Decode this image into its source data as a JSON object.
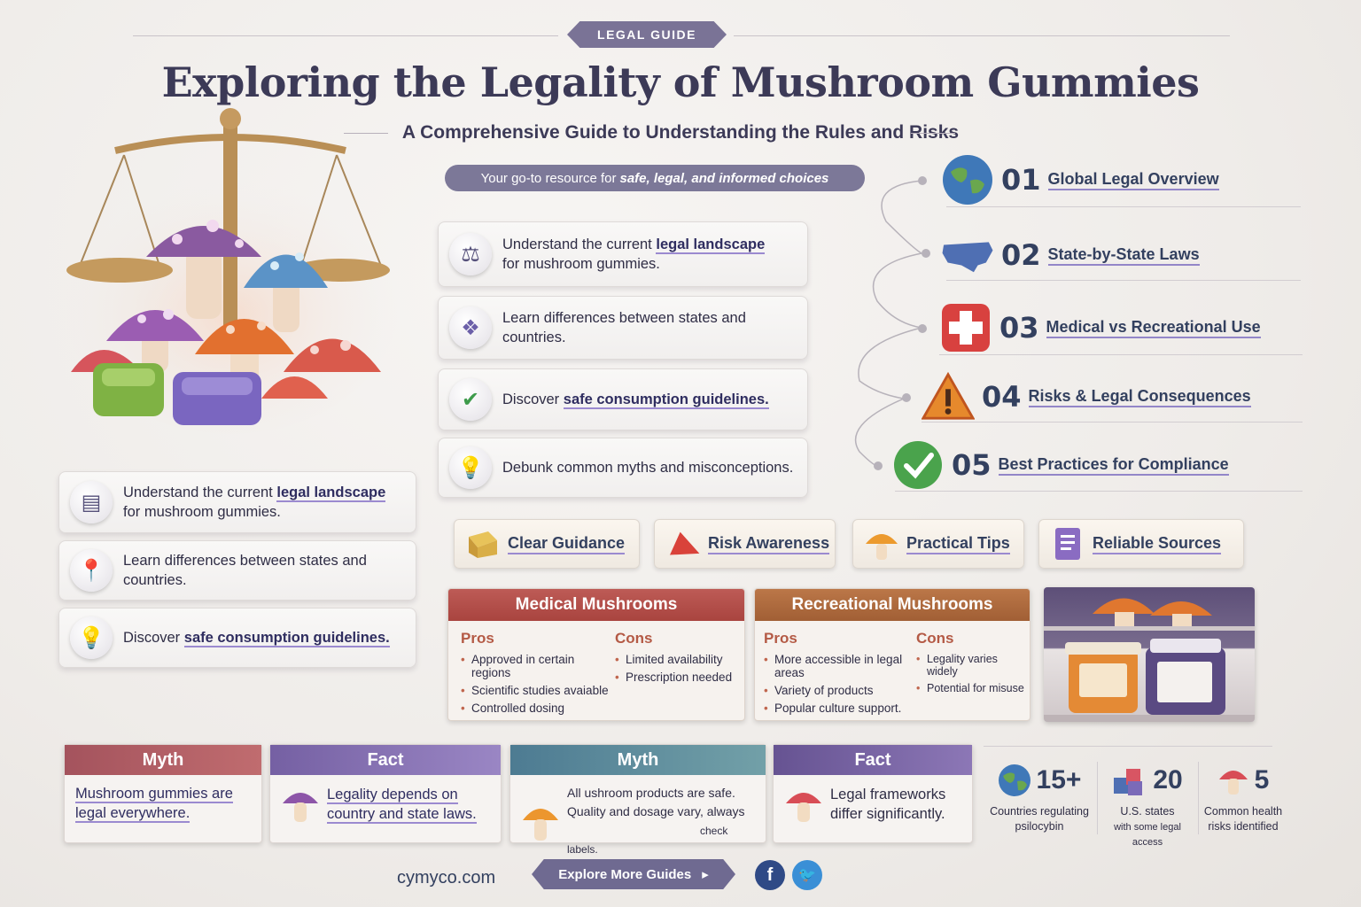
{
  "header": {
    "badge": "LEGAL GUIDE",
    "title": "Exploring the Legality of Mushroom Gummies",
    "subtitle": "A Comprehensive Guide to Understanding the Rules and Risks",
    "resource_prefix": "Your go-to resource for",
    "resource_emphasis": "safe, legal, and informed choices"
  },
  "center_cards": [
    {
      "pre": "Understand the current ",
      "hl": "legal landscape",
      "post": "for mushroom gummies."
    },
    {
      "pre": "Learn differences between states and countries.",
      "hl": "",
      "post": ""
    },
    {
      "pre": "Discover ",
      "hl": "safe consumption guidelines.",
      "post": ""
    },
    {
      "pre": "Debunk common myths and misconceptions.",
      "hl": "",
      "post": ""
    }
  ],
  "left_cards": [
    {
      "pre": "Understand the current ",
      "hl": "legal landscape",
      "post": "for mushroom gummies."
    },
    {
      "pre": "Learn differences between states and countries.",
      "hl": "",
      "post": ""
    },
    {
      "pre": "Discover ",
      "hl": "safe consumption guidelines.",
      "post": ""
    }
  ],
  "topics": [
    {
      "num": "01",
      "label": "Global Legal Overview"
    },
    {
      "num": "02",
      "label": "State-by-State Laws"
    },
    {
      "num": "03",
      "label": "Medical vs Recreational Use"
    },
    {
      "num": "04",
      "label": "Risks & Legal Consequences"
    },
    {
      "num": "05",
      "label": "Best Practices for Compliance"
    }
  ],
  "tags": [
    "Clear Guidance",
    "Risk Awareness",
    "Practical Tips",
    "Reliable Sources"
  ],
  "medical": {
    "title": "Medical Mushrooms",
    "pros_label": "Pros",
    "cons_label": "Cons",
    "pros": [
      "Approved in certain regions",
      "Scientific studies avaiable",
      "Controlled dosing"
    ],
    "cons": [
      "Limited availability",
      "Prescription needed"
    ]
  },
  "recreational": {
    "title": "Recreational Mushrooms",
    "pros_label": "Pros",
    "cons_label": "Cons",
    "pros": [
      "More accessible in legal areas",
      "Variety of products",
      "Popular culture support."
    ],
    "cons": [
      "Legality varies widely",
      "Potential for misuse"
    ]
  },
  "myth_fact": [
    {
      "head": "Myth",
      "text": "Mushroom gummies are legal everywhere."
    },
    {
      "head": "Fact",
      "text": "Legality depends on country and state laws."
    },
    {
      "head": "Myth",
      "text": "All ushroom products are safe.",
      "text2": "Quality and dosage vary, always",
      "text3": "check labels."
    },
    {
      "head": "Fact",
      "text": "Legal frameworks differ significantly."
    }
  ],
  "stats": [
    {
      "value": "15+",
      "caption1": "Countries regulating",
      "caption2": "psilocybin"
    },
    {
      "value": "20",
      "caption1": "U.S. states",
      "caption2": "with some legal access"
    },
    {
      "value": "5",
      "caption1": "Common health",
      "caption2": "risks identified"
    }
  ],
  "footer": {
    "site": "cymyco.com",
    "cta": "Explore More Guides"
  },
  "colors": {
    "medical_head": "#b04f4a",
    "recreational_head": "#b06a3e",
    "myth1": "#b65a64",
    "fact1": "#7b6aa8",
    "myth2": "#4f7c93",
    "fact2": "#6b5895"
  }
}
